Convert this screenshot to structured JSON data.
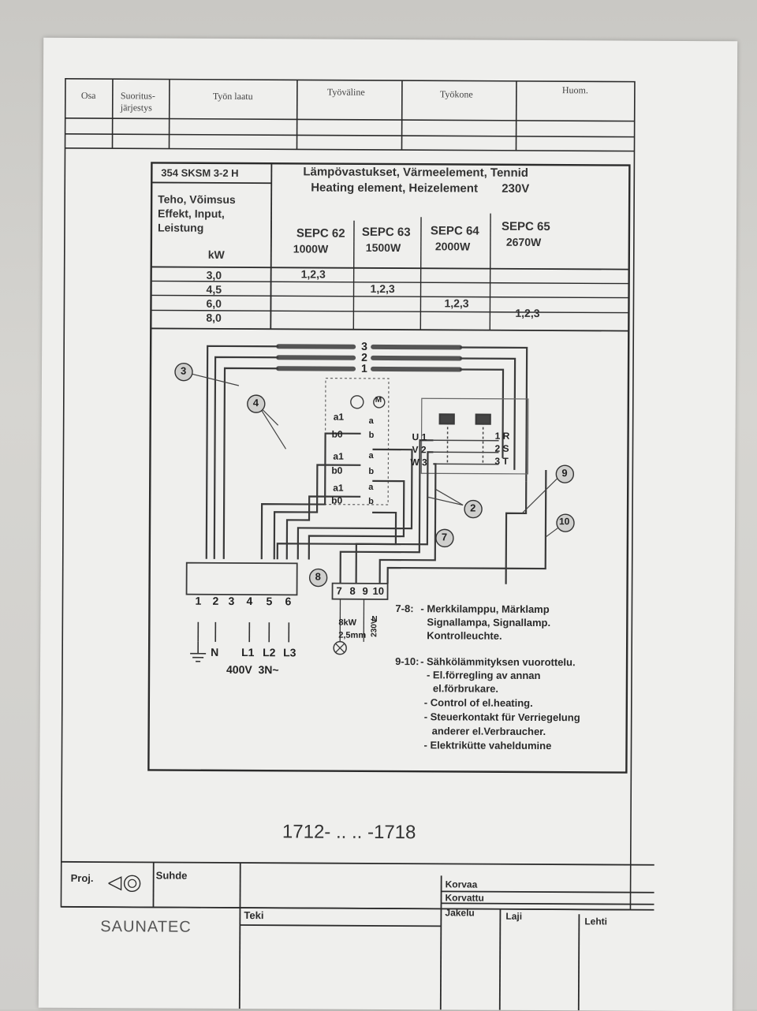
{
  "header_columns": [
    "Osa",
    "Suoritus-\njärjestys",
    "Työn laatu",
    "Työväline",
    "Työkone",
    "Huom."
  ],
  "table": {
    "code": "354 SKSM 3-2 H",
    "title_line1": "Lämpövastukset, Värmeelement, Tennid",
    "title_line2": "Heating element, Heizelement",
    "voltage": "230V",
    "power_label": [
      "Teho, Võimsus",
      "Effekt, Input,",
      "Leistung"
    ],
    "unit": "kW",
    "columns": [
      {
        "model": "SEPC 62",
        "power": "1000W"
      },
      {
        "model": "SEPC 63",
        "power": "1500W"
      },
      {
        "model": "SEPC 64",
        "power": "2000W"
      },
      {
        "model": "SEPC 65",
        "power": "2670W"
      }
    ],
    "rows": [
      {
        "kw": "3,0",
        "cells": [
          "1,2,3",
          "",
          "",
          ""
        ]
      },
      {
        "kw": "4,5",
        "cells": [
          "",
          "1,2,3",
          "",
          ""
        ]
      },
      {
        "kw": "6,0",
        "cells": [
          "",
          "",
          "1,2,3",
          ""
        ]
      },
      {
        "kw": "8,0",
        "cells": [
          "",
          "",
          "",
          "1,2,3"
        ]
      }
    ]
  },
  "diagram": {
    "element_labels": [
      "3",
      "2",
      "1"
    ],
    "callouts": [
      "3",
      "4",
      "9",
      "2",
      "10",
      "7",
      "8"
    ],
    "switch_labels": [
      "a1",
      "b0",
      "a1",
      "b0",
      "a1",
      "b0"
    ],
    "switch_contacts": [
      "a",
      "b",
      "a",
      "b",
      "a",
      "b"
    ],
    "contactor_left": [
      "U 1",
      "V 2",
      "W 3"
    ],
    "contactor_right": [
      "1 R",
      "2 S",
      "3 T"
    ],
    "terminal_numbers": [
      "1",
      "2",
      "3",
      "4",
      "5",
      "6"
    ],
    "terminal_labels": [
      "N",
      "L1",
      "L2",
      "L3"
    ],
    "supply": "400V  3N~",
    "small_terminals": [
      "7",
      "8",
      "9",
      "10"
    ],
    "small_notes": [
      "8kW",
      "2,5mm",
      "230V",
      "N"
    ],
    "motor_symbol": "M"
  },
  "notes": {
    "n78_key": "7-8:",
    "n78": [
      "- Merkkilamppu, Märklamp",
      "Signallampa, Signallamp.",
      "Kontrolleuchte."
    ],
    "n910_key": "9-10:",
    "n910": [
      "- Sähkölämmityksen vuorottelu.",
      "- El.förregling av annan",
      "el.förbrukare.",
      "- Control of el.heating.",
      "- Steuerkontakt für Verriegelung",
      "anderer el.Verbraucher.",
      "- Elektrikütte vaheldumine"
    ]
  },
  "range": "1712- .. .. -1718",
  "title_block": {
    "proj": "Proj.",
    "suhde": "Suhde",
    "korvaa": "Korvaa",
    "korvattu": "Korvattu",
    "jakelu": "Jakelu",
    "laji": "Laji",
    "lehti": "Lehti",
    "teki": "Teki",
    "company": "SAUNATEC"
  },
  "colors": {
    "paper": "#efefed",
    "ink": "#2a2a2a",
    "tape": "#4a4a48"
  }
}
